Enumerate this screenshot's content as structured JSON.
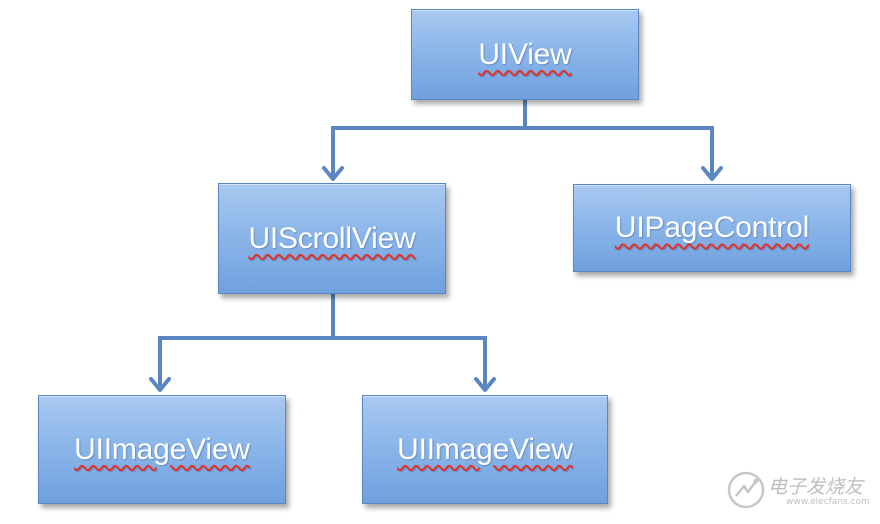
{
  "diagram": {
    "nodes": [
      {
        "id": "uiview",
        "label": "UIView"
      },
      {
        "id": "uiscrollview",
        "label": "UIScrollView"
      },
      {
        "id": "uipagecontrol",
        "label": "UIPageControl"
      },
      {
        "id": "uiimageview-1",
        "label": "UIImageView"
      },
      {
        "id": "uiimageview-2",
        "label": "UIImageView"
      }
    ],
    "edges": [
      {
        "from": "uiview",
        "to": "uiscrollview"
      },
      {
        "from": "uiview",
        "to": "uipagecontrol"
      },
      {
        "from": "uiscrollview",
        "to": "uiimageview-1"
      },
      {
        "from": "uiscrollview",
        "to": "uiimageview-2"
      }
    ],
    "colors": {
      "node_fill_top": "#a9c9f0",
      "node_fill_bottom": "#6fa1de",
      "node_border": "#5b87c0",
      "connector": "#5b87c0",
      "label_text": "#ffffff",
      "spellcheck_underline": "#e0342a"
    }
  },
  "watermark": {
    "logo_icon": "electronics-fans-logo-icon",
    "text_cn": "电子发烧友",
    "url": "www.elecfans.com"
  }
}
